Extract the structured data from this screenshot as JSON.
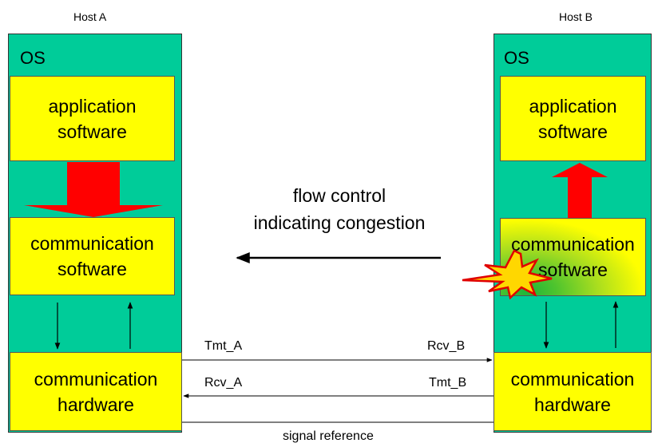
{
  "host_a": {
    "title": "Host A",
    "os_label": "OS",
    "app": {
      "line1": "application",
      "line2": "software"
    },
    "comm_sw": {
      "line1": "communication",
      "line2": "software"
    },
    "comm_hw": {
      "line1": "communication",
      "line2": "hardware"
    }
  },
  "host_b": {
    "title": "Host B",
    "os_label": "OS",
    "app": {
      "line1": "application",
      "line2": "software"
    },
    "comm_sw": {
      "line1": "communication",
      "line2": "software"
    },
    "comm_hw": {
      "line1": "communication",
      "line2": "hardware"
    }
  },
  "flow_control": {
    "line1": "flow control",
    "line2": "indicating congestion"
  },
  "links": {
    "tmt_a": "Tmt_A",
    "rcv_b": "Rcv_B",
    "rcv_a": "Rcv_A",
    "tmt_b": "Tmt_B",
    "signal_reference": "signal reference"
  },
  "colors": {
    "os_background": "#00cc99",
    "box_yellow": "#ffff00",
    "data_arrow_red": "#ff0000",
    "congestion_green": "#1eb53a"
  }
}
